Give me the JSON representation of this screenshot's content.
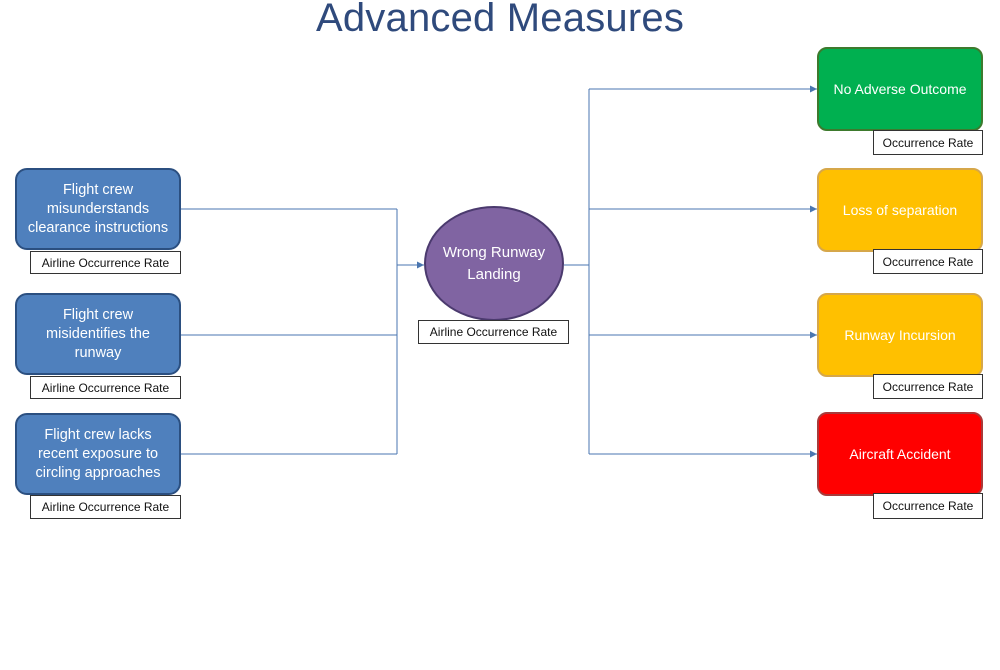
{
  "title": "Advanced Measures",
  "causes": [
    {
      "label": "Flight crew misunderstands clearance instructions",
      "rate": "Airline Occurrence Rate"
    },
    {
      "label": "Flight crew misidentifies the runway",
      "rate": "Airline Occurrence Rate"
    },
    {
      "label": "Flight crew lacks recent exposure to circling approaches",
      "rate": "Airline Occurrence Rate"
    }
  ],
  "event": {
    "label": "Wrong Runway Landing",
    "rate": "Airline Occurrence Rate",
    "color": "#8064a2"
  },
  "outcomes": [
    {
      "label": "No Adverse Outcome",
      "rate": "Occurrence Rate",
      "color": "#00b050"
    },
    {
      "label": "Loss of separation",
      "rate": "Occurrence Rate",
      "color": "#ffc000"
    },
    {
      "label": "Runway Incursion",
      "rate": "Occurrence Rate",
      "color": "#ffc000"
    },
    {
      "label": "Aircraft Accident",
      "rate": "Occurrence Rate",
      "color": "#ff0000"
    }
  ],
  "colors": {
    "cause": "#4f80bd",
    "connector": "#4a76b0",
    "title": "#2f4a7c"
  }
}
